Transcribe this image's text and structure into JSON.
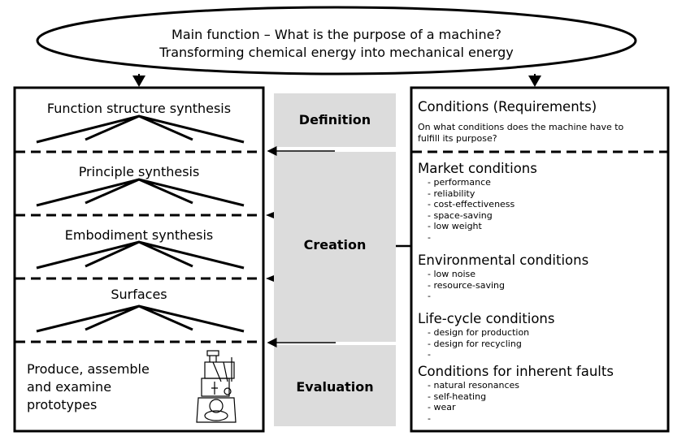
{
  "main_function": {
    "line1": "Main function – What is the purpose of a machine?",
    "line2": "Transforming chemical energy into mechanical energy"
  },
  "levels": [
    {
      "label": "Function structure synthesis"
    },
    {
      "label": "Principle synthesis"
    },
    {
      "label": "Embodiment synthesis"
    },
    {
      "label": "Surfaces"
    }
  ],
  "prototype": {
    "lines": [
      "Produce, assemble",
      "and examine",
      "prototypes"
    ],
    "icon": "engine-icon"
  },
  "phases": {
    "definition": "Definition",
    "creation": "Creation",
    "evaluation": "Evaluation"
  },
  "conditions": {
    "title": "Conditions (Requirements)",
    "question_line1": "On what conditions does the machine have to",
    "question_line2": "fulfill its purpose?",
    "groups": [
      {
        "title": "Market conditions",
        "items": [
          "- performance",
          "- reliability",
          "- cost-effectiveness",
          "- space-saving",
          "- low weight",
          "-"
        ]
      },
      {
        "title": "Environmental conditions",
        "items": [
          "- low noise",
          "- resource-saving",
          "-"
        ]
      },
      {
        "title": "Life-cycle conditions",
        "items": [
          "- design for production",
          "- design for recycling",
          "-"
        ]
      },
      {
        "title": "Conditions for inherent faults",
        "items": [
          "- natural resonances",
          "- self-heating",
          "- wear",
          "-"
        ]
      }
    ]
  }
}
